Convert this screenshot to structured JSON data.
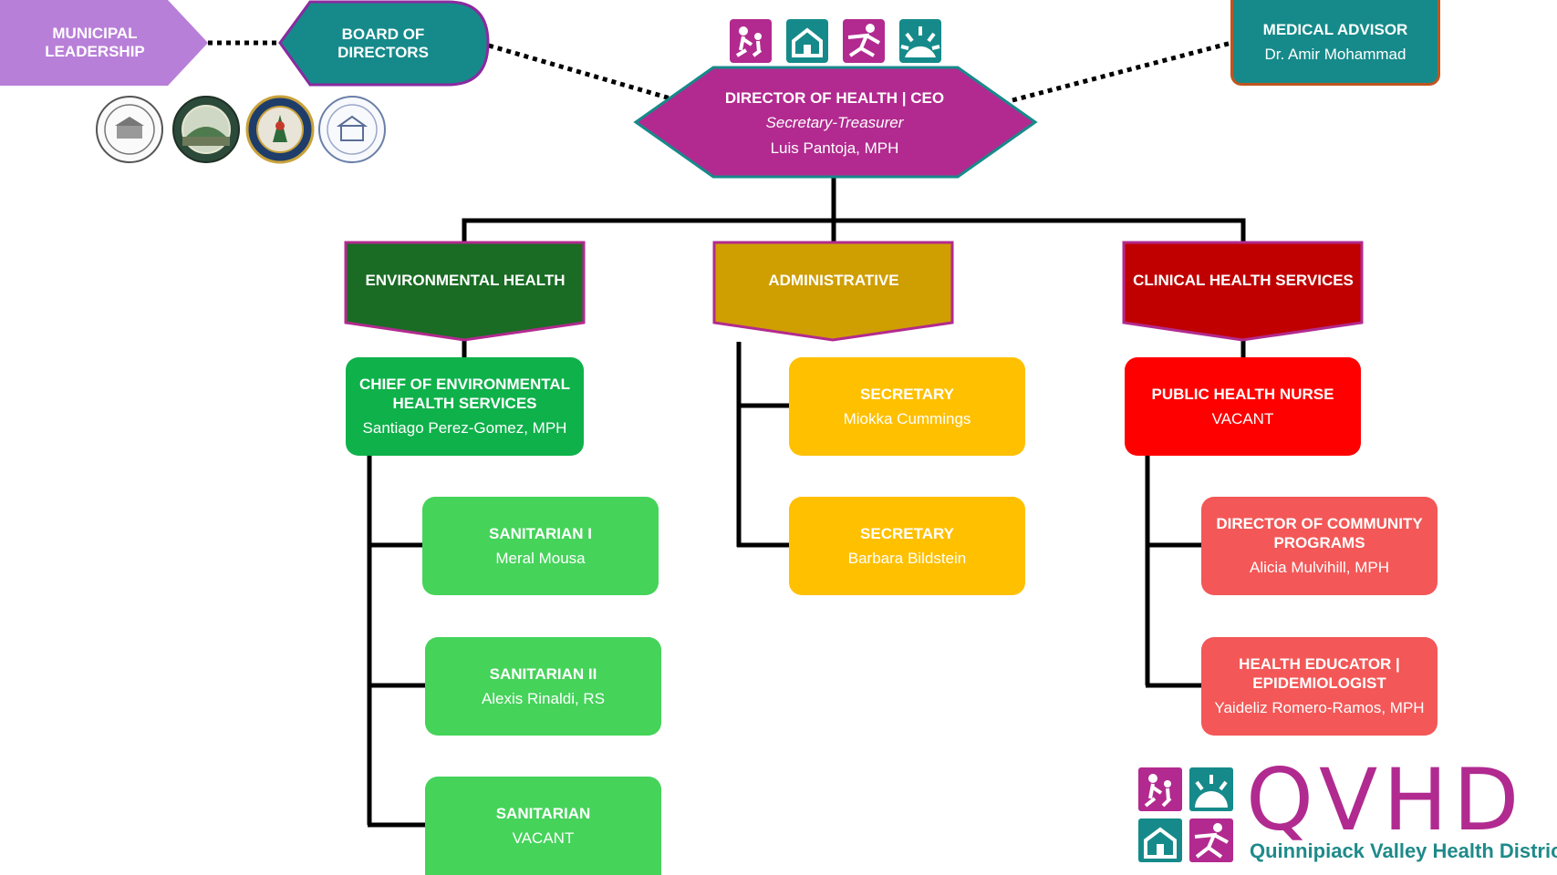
{
  "leadership": {
    "municipal": "MUNICIPAL\nLEADERSHIP",
    "board": "BOARD OF\nDIRECTORS"
  },
  "medical_advisor": {
    "title": "MEDICAL ADVISOR",
    "name": "Dr. Amir Mohammad"
  },
  "director": {
    "title": "DIRECTOR OF HEALTH | CEO",
    "subtitle": "Secretary-Treasurer",
    "name": "Luis Pantoja, MPH"
  },
  "departments": {
    "environmental": "ENVIRONMENTAL HEALTH",
    "administrative": "ADMINISTRATIVE",
    "clinical": "CLINICAL HEALTH SERVICES"
  },
  "environmental": {
    "chief": {
      "title": "CHIEF OF ENVIRONMENTAL HEALTH SERVICES",
      "name": "Santiago Perez-Gomez, MPH"
    },
    "staff": [
      {
        "title": "SANITARIAN I",
        "name": "Meral Mousa"
      },
      {
        "title": "SANITARIAN II",
        "name": "Alexis Rinaldi, RS"
      },
      {
        "title": "SANITARIAN",
        "name": "VACANT"
      }
    ]
  },
  "administrative": {
    "staff": [
      {
        "title": "SECRETARY",
        "name": "Miokka Cummings"
      },
      {
        "title": "SECRETARY",
        "name": "Barbara Bildstein"
      }
    ]
  },
  "clinical": {
    "lead": {
      "title": "PUBLIC HEALTH NURSE",
      "name": "VACANT"
    },
    "staff": [
      {
        "title": "DIRECTOR OF COMMUNITY PROGRAMS",
        "name": "Alicia Mulvihill, MPH"
      },
      {
        "title": "HEALTH EDUCATOR | EPIDEMIOLOGIST",
        "name": "Yaideliz Romero-Ramos, MPH"
      }
    ]
  },
  "logo": {
    "wordmark": "QVHD",
    "full_name": "Quinnipiack Valley Health District"
  },
  "icons": [
    "family-icon",
    "house-icon",
    "runner-icon",
    "sun-icon"
  ],
  "colors": {
    "magenta": "#b22a8f",
    "teal": "#168a8a",
    "lavender": "#b87fd8",
    "env_dark": "#1a6b24",
    "env_mid": "#0fb14b",
    "env_light": "#45d35a",
    "admin_dark": "#cf9e00",
    "admin_light": "#ffc000",
    "clin_dark": "#c00000",
    "clin_mid": "#ff0000",
    "clin_light": "#f35757"
  }
}
